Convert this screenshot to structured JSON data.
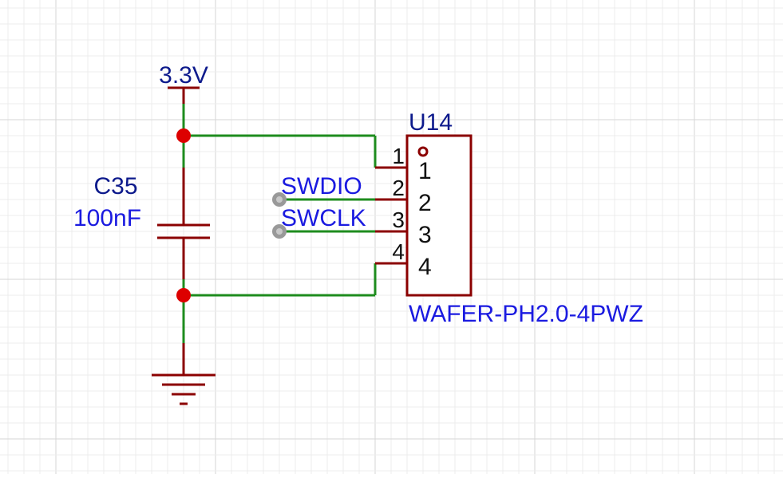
{
  "colors": {
    "background": "#ffffff",
    "grid_minor": "#ececec",
    "grid_major": "#d6d6d6",
    "part": "#8b0000",
    "wire": "#1e8c1e",
    "junction": "#dd0000",
    "net_label": "#1a1ae0",
    "power_label": "#0d1a8c",
    "designator": "#0d1a8c",
    "pin_text": "#111111",
    "unconnected": "#999999"
  },
  "power": {
    "label": "3.3V",
    "icon": "power-flag-icon"
  },
  "ground": {
    "icon": "ground-symbol-icon"
  },
  "capacitor": {
    "designator": "C35",
    "value": "100nF",
    "icon": "capacitor-icon"
  },
  "connector": {
    "designator": "U14",
    "part_name": "WAFER-PH2.0-4PWZ",
    "pin_numbers": [
      "1",
      "2",
      "3",
      "4"
    ],
    "pin_names": [
      "1",
      "2",
      "3",
      "4"
    ]
  },
  "nets": {
    "swdio": "SWDIO",
    "swclk": "SWCLK"
  }
}
